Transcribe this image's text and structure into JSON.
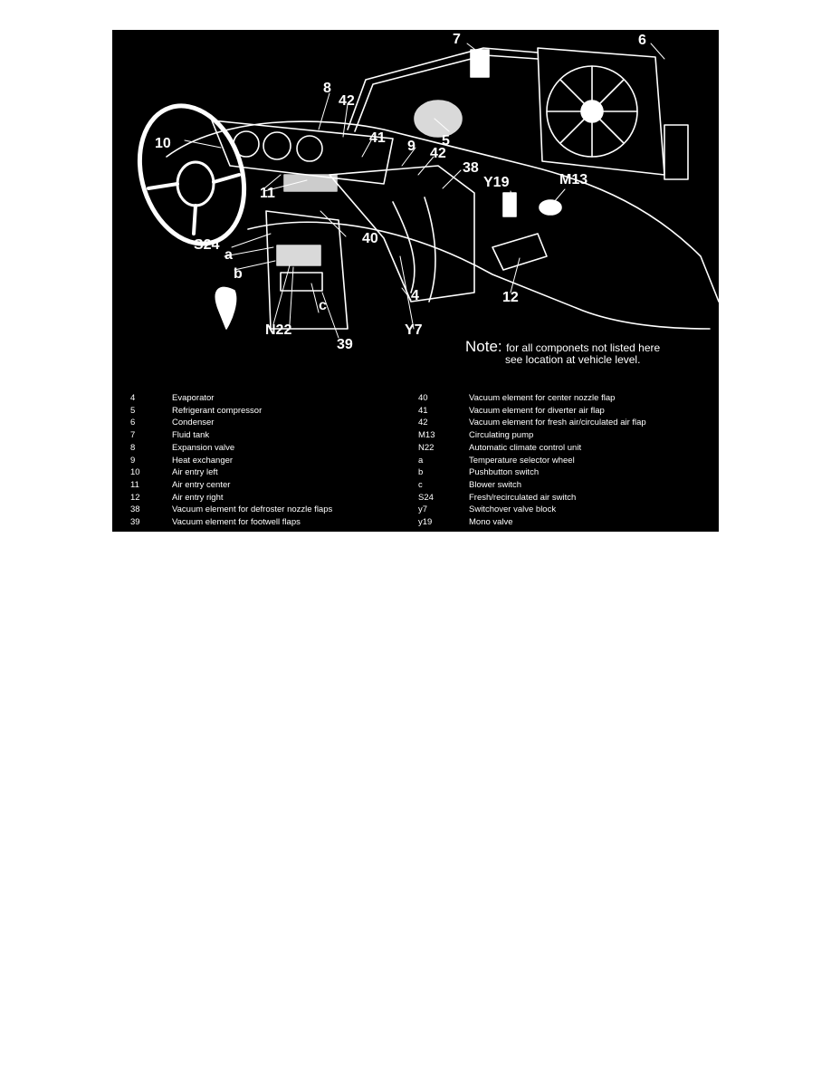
{
  "diagram": {
    "callouts": {
      "c7": "7",
      "c6": "6",
      "c8": "8",
      "c42a": "42",
      "c10": "10",
      "c41": "41",
      "c5": "5",
      "c9": "9",
      "c42b": "42",
      "c38": "38",
      "c11": "11",
      "y19": "Y19",
      "m13": "M13",
      "s24": "S24",
      "a": "a",
      "c40": "40",
      "b": "b",
      "c12": "12",
      "c4": "4",
      "c": "c",
      "n22": "N22",
      "y7": "Y7",
      "c39": "39"
    },
    "note": {
      "label": "Note:",
      "line1": "for all componets not listed here",
      "line2": "see location at vehicle level."
    }
  },
  "legend": {
    "left": [
      {
        "code": "4",
        "desc": "Evaporator"
      },
      {
        "code": "5",
        "desc": "Refrigerant compressor"
      },
      {
        "code": "6",
        "desc": "Condenser"
      },
      {
        "code": "7",
        "desc": "Fluid tank"
      },
      {
        "code": "8",
        "desc": "Expansion valve"
      },
      {
        "code": "9",
        "desc": "Heat exchanger"
      },
      {
        "code": "10",
        "desc": "Air entry left"
      },
      {
        "code": "11",
        "desc": "Air entry center"
      },
      {
        "code": "12",
        "desc": "Air entry right"
      },
      {
        "code": "38",
        "desc": "Vacuum element for defroster nozzle flaps"
      },
      {
        "code": "39",
        "desc": "Vacuum element for footwell flaps"
      }
    ],
    "right": [
      {
        "code": "40",
        "desc": "Vacuum element for center nozzle flap"
      },
      {
        "code": "41",
        "desc": "Vacuum element for diverter air flap"
      },
      {
        "code": "42",
        "desc": "Vacuum element for fresh air/circulated air flap"
      },
      {
        "code": "M13",
        "desc": "Circulating pump"
      },
      {
        "code": "N22",
        "desc": "Automatic climate control unit"
      },
      {
        "code": "a",
        "desc": "Temperature selector wheel"
      },
      {
        "code": "b",
        "desc": "Pushbutton switch"
      },
      {
        "code": "c",
        "desc": "Blower switch"
      },
      {
        "code": "S24",
        "desc": "Fresh/recirculated air switch"
      },
      {
        "code": "y7",
        "desc": "Switchover valve block"
      },
      {
        "code": "y19",
        "desc": "Mono valve"
      }
    ]
  }
}
